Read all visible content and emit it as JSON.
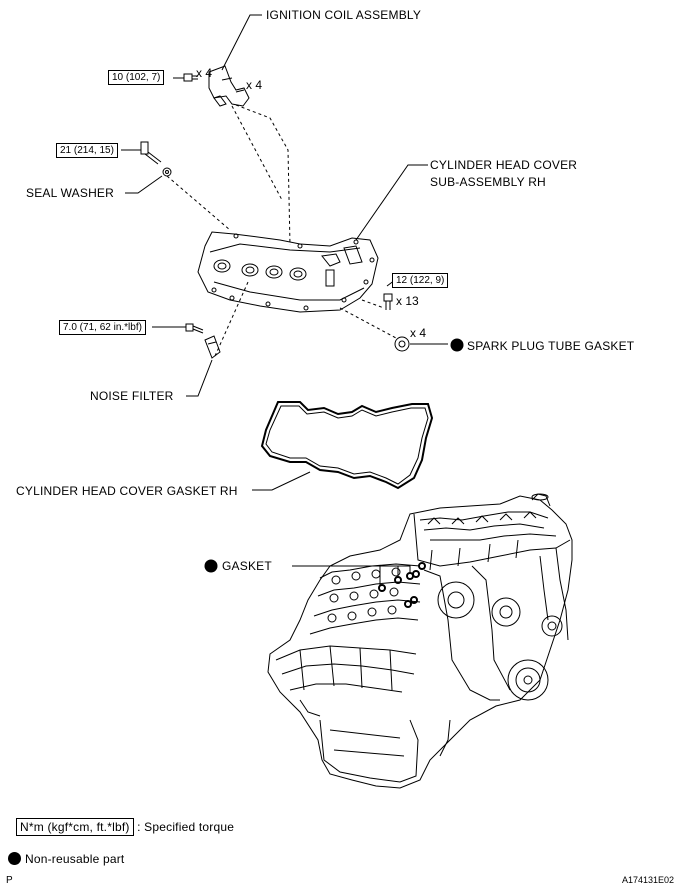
{
  "labels": {
    "ignition_coil": "IGNITION COIL ASSEMBLY",
    "cylinder_head_cover_line1": "CYLINDER HEAD COVER",
    "cylinder_head_cover_line2": "SUB-ASSEMBLY RH",
    "seal_washer": "SEAL WASHER",
    "spark_plug_tube_gasket": "SPARK PLUG TUBE GASKET",
    "noise_filter": "NOISE FILTER",
    "cylinder_head_cover_gasket": "CYLINDER HEAD COVER GASKET RH",
    "gasket": "GASKET"
  },
  "torques": {
    "coil_bolt": "10 (102, 7)",
    "stud": "21 (214, 15)",
    "cover_bolt": "12 (122, 9)",
    "noise_filter_bolt": "7.0 (71, 62 in.*lbf)"
  },
  "quantities": {
    "coil_bolts": "x 4",
    "coils": "x 4",
    "cover_bolts": "x 13",
    "tube_gaskets": "x 4"
  },
  "legend": {
    "torque_key": "N*m (kgf*cm, ft.*lbf)",
    "torque_desc": ": Specified torque",
    "non_reusable": "Non-reusable part"
  },
  "footer": {
    "page_mark": "P",
    "figure_id": "A174131E02"
  },
  "icons": {
    "non_reusable": "filled-circle-icon"
  }
}
